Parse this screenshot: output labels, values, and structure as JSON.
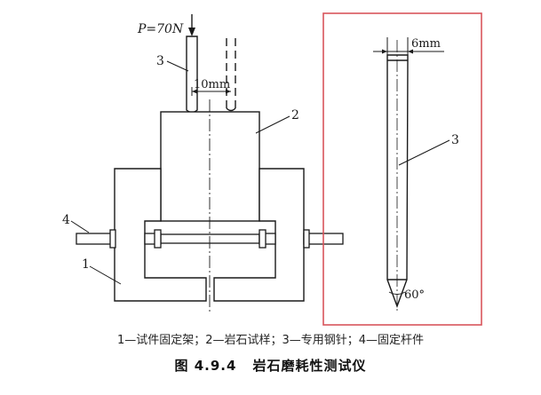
{
  "labels": {
    "load": "P=70N",
    "spacing": "10mm",
    "part_1": "1",
    "part_2": "2",
    "part_3": "3",
    "part_4": "4",
    "needle_width": "6mm",
    "needle_part": "3",
    "tip_angle": "60°"
  },
  "caption": {
    "legend": "1—试件固定架；2—岩石试样；3—专用钢针；4—固定杆件",
    "figure_number": "图 4.9.4",
    "figure_title": "岩石磨耗性测试仪"
  },
  "colors": {
    "line": "#1a1a1a",
    "highlight_box": "#d9555b",
    "background": "#ffffff"
  }
}
